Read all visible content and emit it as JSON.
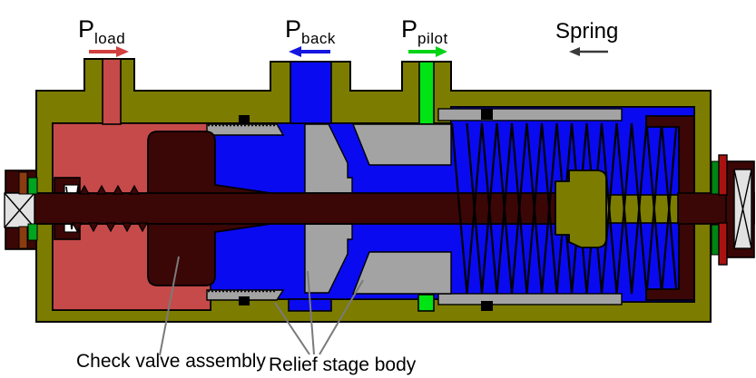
{
  "ports": {
    "p_load": {
      "symbol": "P",
      "subscript": "load",
      "direction": "right"
    },
    "p_back": {
      "symbol": "P",
      "subscript": "back",
      "direction": "left"
    },
    "p_pilot": {
      "symbol": "P",
      "subscript": "pilot",
      "direction": "right"
    },
    "spring": {
      "label": "Spring",
      "direction": "left"
    }
  },
  "annotations": {
    "check_valve": "Check valve assembly",
    "relief_stage": "Relief stage body"
  },
  "colors": {
    "housing": "#7c7c00",
    "chamber_red": "#c64a4a",
    "fluid_blue": "#0a0af0",
    "pilot_green": "#00e414",
    "part_maroon": "#3a0606",
    "part_gray": "#a3a3a3",
    "seal_brown": "#8a3c10",
    "seal_green_left": "#00a41e",
    "seal_green_right": "#008412",
    "seal_crimson": "#aa1212",
    "hatch_fill": "#e2e2e2",
    "arrow_red": "#d24040",
    "arrow_blue": "#1616e0",
    "arrow_green": "#00d414",
    "arrow_dark": "#3a3a3a",
    "leader_gray": "#7a7a7a",
    "outline": "#000000"
  }
}
